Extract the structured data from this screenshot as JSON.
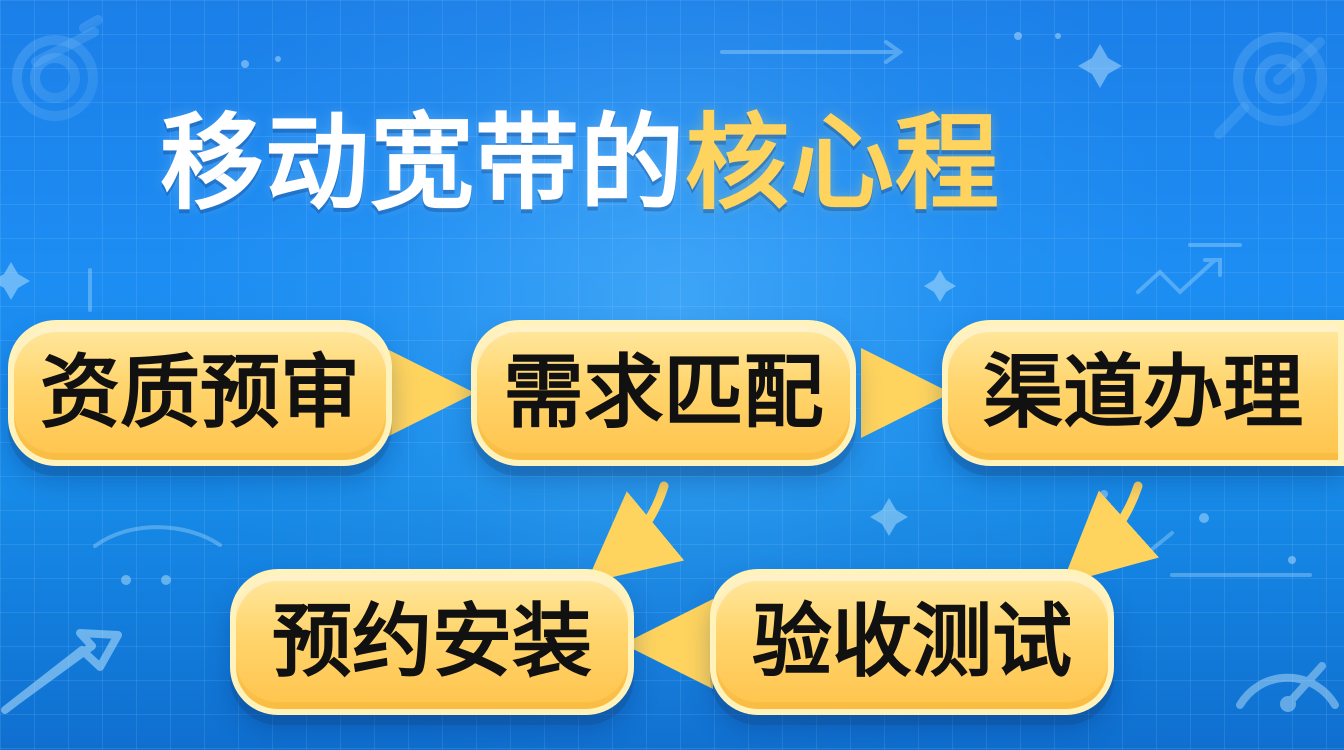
{
  "title": {
    "main": "移动宽带的",
    "accent": "核心程"
  },
  "steps": [
    {
      "label": "资质预审"
    },
    {
      "label": "需求匹配"
    },
    {
      "label": "渠道办理"
    },
    {
      "label": "预约安装"
    },
    {
      "label": "验收测试"
    }
  ],
  "colors": {
    "background_top": "#1b7fe8",
    "background_bottom": "#0f6fd0",
    "title_main": "#ffffff",
    "title_accent": "#ffd45e",
    "step_fill": "#ffd56d",
    "arrow": "#ffd45e"
  },
  "icons": {
    "top_left": "target-icon",
    "top_right": "target-icon",
    "bottom_left": "arrow-icon",
    "bottom_right": "gauge-icon"
  }
}
